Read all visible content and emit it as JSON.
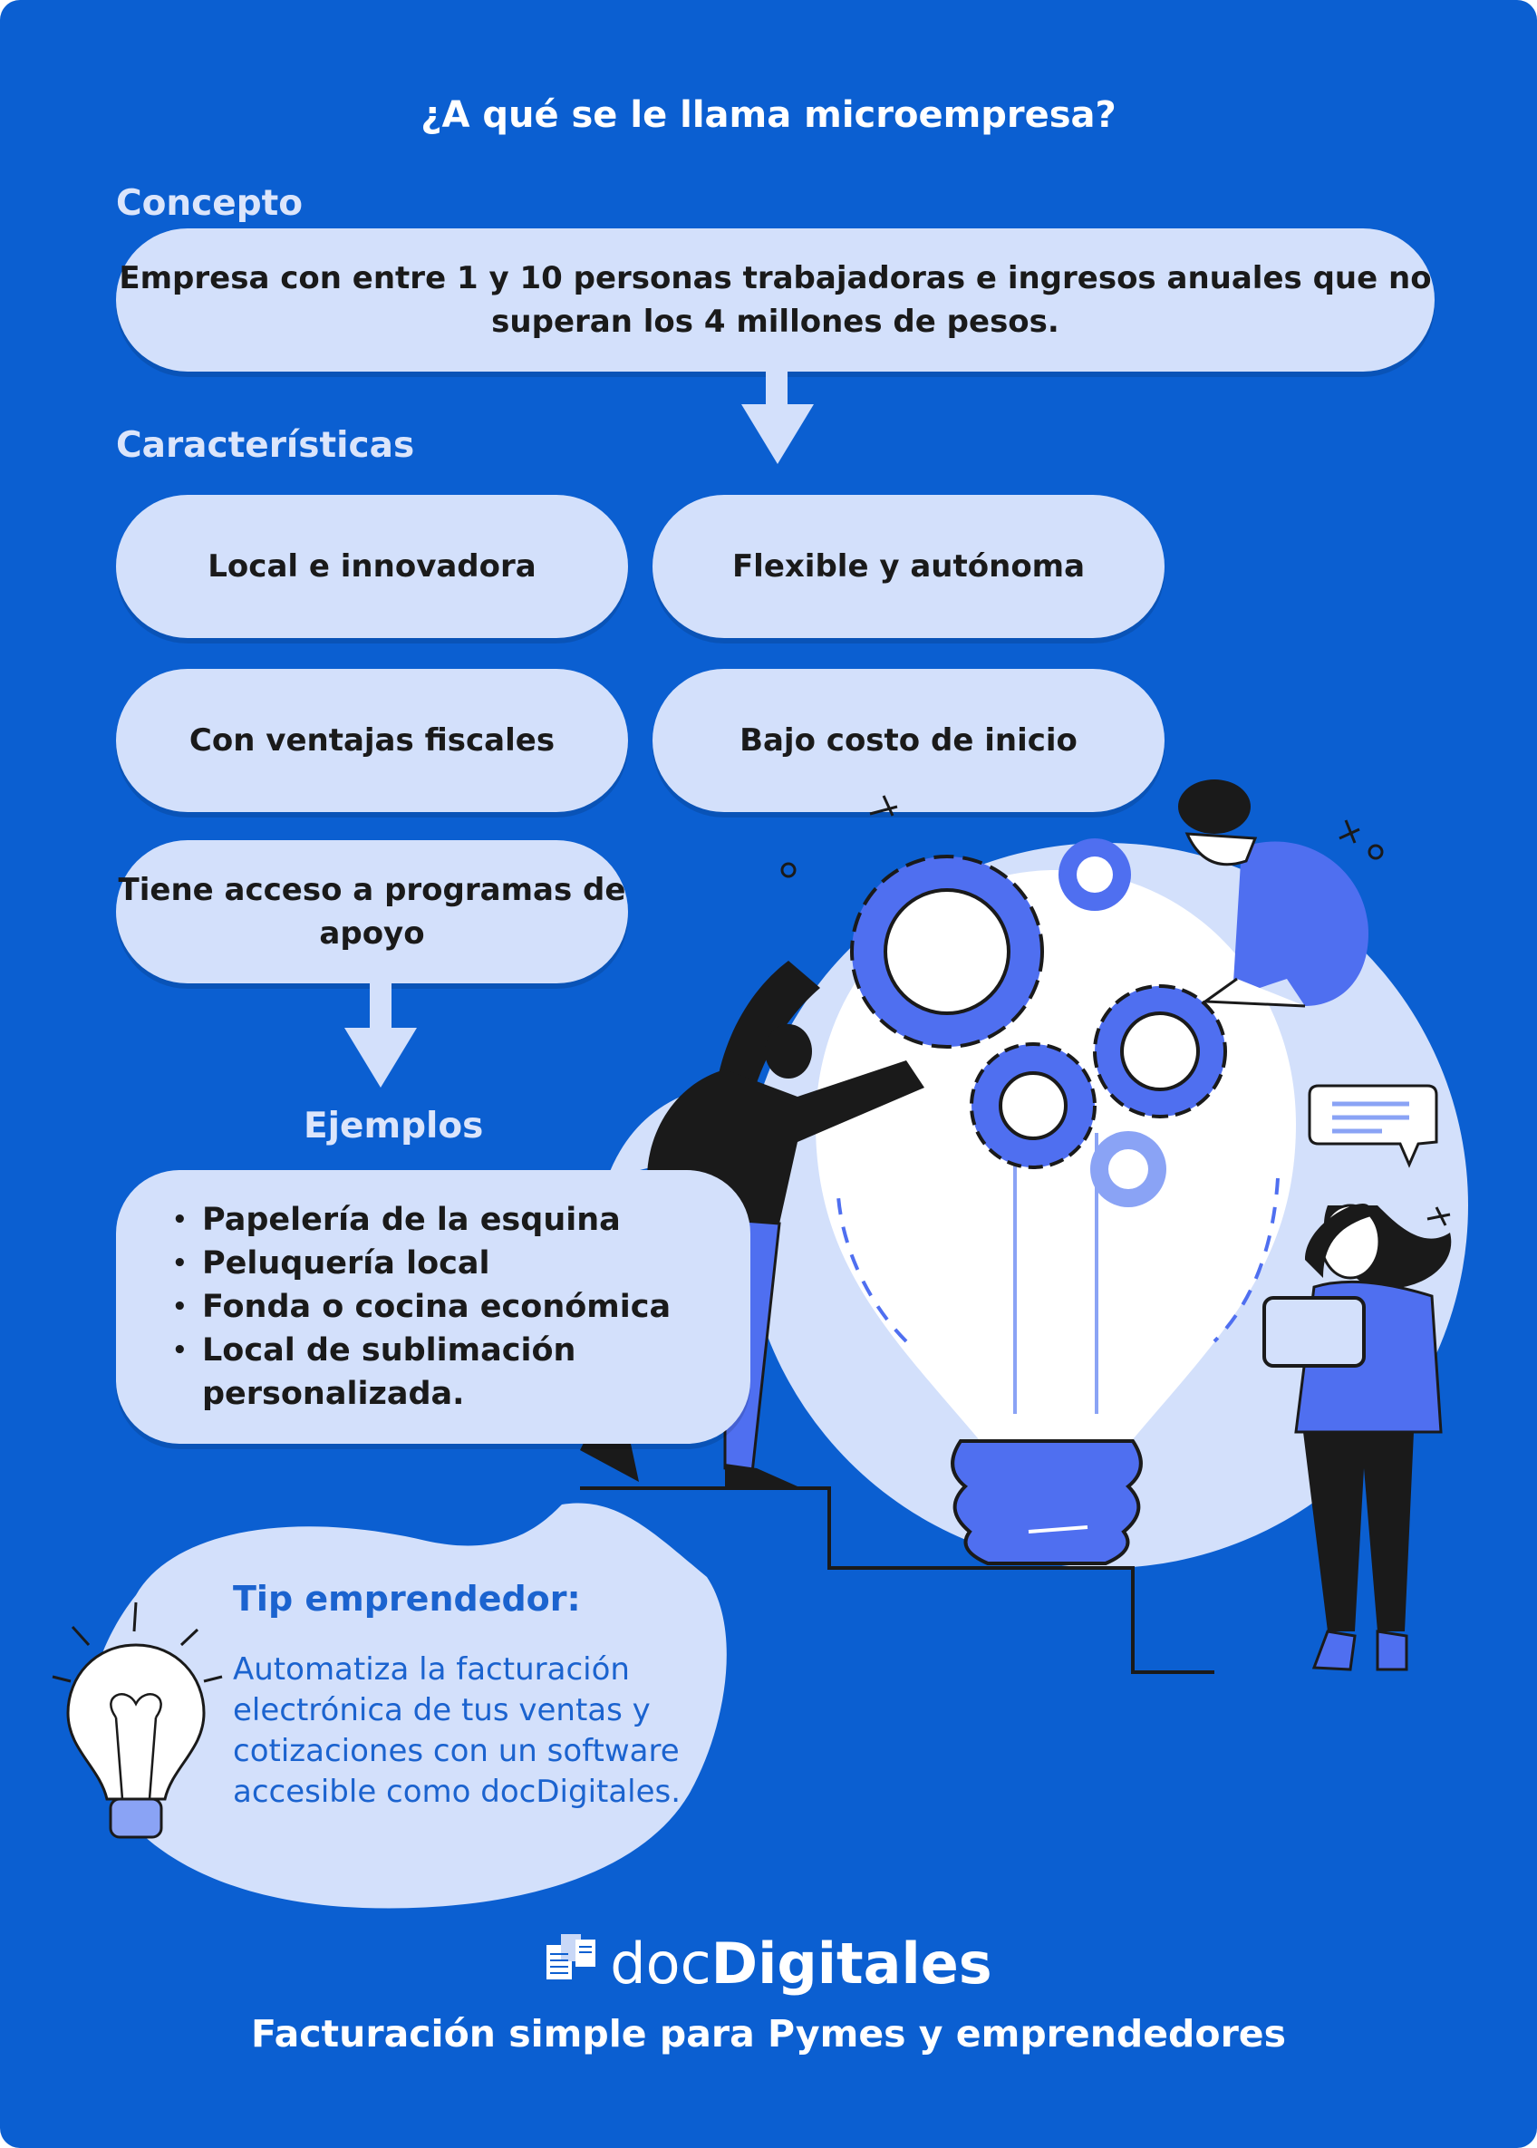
{
  "title": "¿A qué se le llama microempresa?",
  "concepto": {
    "heading": "Concepto",
    "text_line1": "Empresa con entre 1 y 10 personas trabajadoras e ingresos anuales que no",
    "text_line2": "superan los 4 millones de pesos."
  },
  "caracteristicas": {
    "heading": "Características",
    "items": [
      "Local e innovadora",
      "Flexible y autónoma",
      "Con ventajas fiscales",
      "Bajo costo de inicio"
    ],
    "last_line1": "Tiene acceso a programas de",
    "last_line2": "apoyo"
  },
  "ejemplos": {
    "heading": "Ejemplos",
    "items": [
      "Papelería de la esquina",
      "Peluquería local",
      "Fonda o cocina económica",
      "Local de sublimación",
      "personalizada."
    ]
  },
  "tip": {
    "title": "Tip emprendedor:",
    "lines": [
      "Automatiza la facturación",
      "electrónica de tus ventas y",
      "cotizaciones con un software",
      "accesible como docDigitales."
    ]
  },
  "brand": {
    "name_light": "doc",
    "name_bold": "Digitales",
    "tagline": "Facturación simple para Pymes y emprendedores"
  },
  "colors": {
    "background": "#0b5fd1",
    "pill": "#d3e0fb",
    "accent_blue": "#4f6ff0",
    "tip_text": "#1b63cf"
  }
}
